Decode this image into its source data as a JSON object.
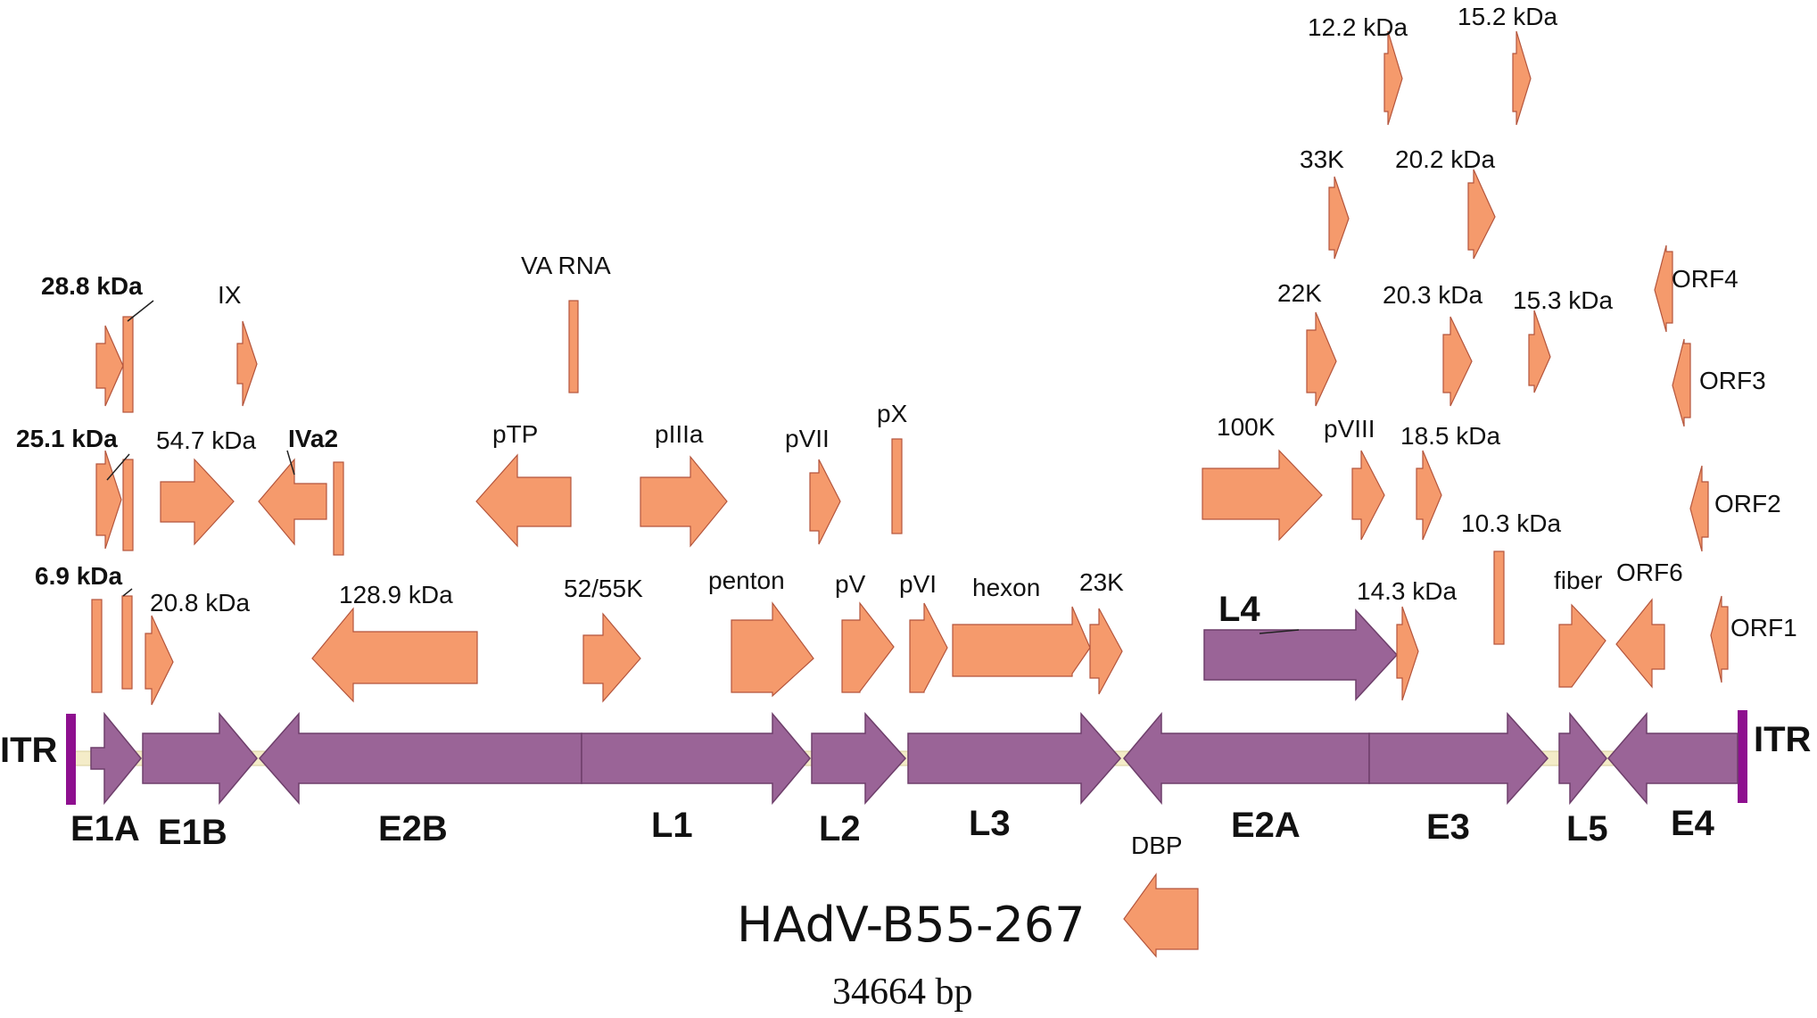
{
  "title": "HAdV-B55-267",
  "size": "34664 bp",
  "colors": {
    "gene": "#f59a6c",
    "gene_stroke": "#b4553c",
    "region": "#9a6497",
    "region_stroke": "#6e3f6b",
    "itr": "#8e0f8f",
    "backbone": "#f4ecc8"
  },
  "itr_labels": {
    "left": "ITR",
    "right": "ITR"
  },
  "regions": [
    {
      "label": "E1A"
    },
    {
      "label": "E1B"
    },
    {
      "label": "E2B"
    },
    {
      "label": "L1"
    },
    {
      "label": "L2"
    },
    {
      "label": "L3"
    },
    {
      "label": "E2A"
    },
    {
      "label": "E3"
    },
    {
      "label": "L5"
    },
    {
      "label": "E4"
    }
  ],
  "genes": [
    {
      "label": "28.8 kDa"
    },
    {
      "label": "IX"
    },
    {
      "label": "VA RNA"
    },
    {
      "label": "25.1 kDa"
    },
    {
      "label": "54.7 kDa"
    },
    {
      "label": "IVa2"
    },
    {
      "label": "pTP"
    },
    {
      "label": "pIIIa"
    },
    {
      "label": "pVII"
    },
    {
      "label": "pX"
    },
    {
      "label": "6.9 kDa"
    },
    {
      "label": "20.8 kDa"
    },
    {
      "label": "128.9 kDa"
    },
    {
      "label": "52/55K"
    },
    {
      "label": "penton"
    },
    {
      "label": "pV"
    },
    {
      "label": "pVI"
    },
    {
      "label": "hexon"
    },
    {
      "label": "23K"
    },
    {
      "label": "L4"
    },
    {
      "label": "100K"
    },
    {
      "label": "pVIII"
    },
    {
      "label": "18.5 kDa"
    },
    {
      "label": "14.3 kDa"
    },
    {
      "label": "10.3 kDa"
    },
    {
      "label": "22K"
    },
    {
      "label": "20.3 kDa"
    },
    {
      "label": "15.3 kDa"
    },
    {
      "label": "33K"
    },
    {
      "label": "20.2 kDa"
    },
    {
      "label": "12.2 kDa"
    },
    {
      "label": "15.2 kDa"
    },
    {
      "label": "fiber"
    },
    {
      "label": "ORF6"
    },
    {
      "label": "ORF4"
    },
    {
      "label": "ORF3"
    },
    {
      "label": "ORF2"
    },
    {
      "label": "ORF1"
    },
    {
      "label": "DBP"
    }
  ]
}
